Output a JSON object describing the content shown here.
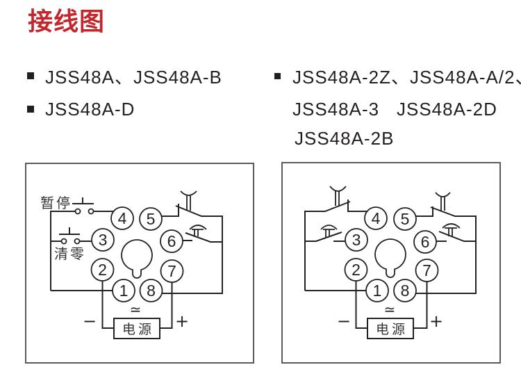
{
  "title": "接线图",
  "models": {
    "group_1": [
      "JSS48A、JSS48A-B"
    ],
    "group_2": [
      "JSS48A-D"
    ],
    "group_3": [
      "JSS48A-2Z、JSS48A-A/2、",
      "JSS48A-3",
      "JSS48A-2D",
      "JSS48A-2B"
    ]
  },
  "diagrams": [
    {
      "pins": [
        "1",
        "2",
        "3",
        "4",
        "5",
        "6",
        "7",
        "8"
      ],
      "labels": {
        "pause": "暂停",
        "reset": "清零"
      },
      "power": {
        "label": "电源",
        "symbol": "≃",
        "negative": "−",
        "positive": "+"
      }
    },
    {
      "pins": [
        "1",
        "2",
        "3",
        "4",
        "5",
        "6",
        "7",
        "8"
      ],
      "power": {
        "label": "电源",
        "symbol": "≃",
        "negative": "−",
        "positive": "+"
      }
    }
  ]
}
